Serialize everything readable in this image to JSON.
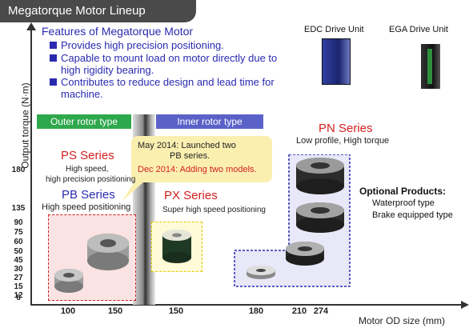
{
  "title": "Megatorque Motor Lineup",
  "features": {
    "heading": "Features of Megatorque Motor",
    "items": [
      [
        "Provides high precision positioning."
      ],
      [
        "Capable to mount load on motor directly due to",
        "high rigidity bearing."
      ],
      [
        "Contributes to reduce design and lead time for",
        "machine."
      ]
    ]
  },
  "drive_units": {
    "edc": "EDC Drive Unit",
    "ega": "EGA Drive Unit"
  },
  "axes": {
    "y_label": "Output torque (N·m)",
    "x_label": "Motor OD size (mm)",
    "y_ticks": [
      "180",
      "135",
      "90",
      "75",
      "60",
      "50",
      "45",
      "30",
      "27",
      "15",
      "12",
      "6"
    ],
    "x_ticks": [
      "100",
      "150",
      "150",
      "180",
      "210",
      "274"
    ]
  },
  "bands": {
    "outer": "Outer rotor type",
    "inner": "Inner rotor type"
  },
  "callout": {
    "line1": "May 2014: Launched two",
    "line2": "PB series.",
    "line3": "Dec 2014: Adding two models."
  },
  "series": {
    "ps": {
      "name": "PS Series",
      "desc1": "High speed,",
      "desc2": "high precision positioning"
    },
    "pb": {
      "name": "PB Series",
      "desc": "High speed positioning"
    },
    "px": {
      "name": "PX Series",
      "desc": "Super high speed positioning"
    },
    "pn": {
      "name": "PN Series",
      "desc": "Low profile, High torque"
    }
  },
  "optional": {
    "title": "Optional Products:",
    "items": [
      "Waterproof type",
      "Brake equipped type"
    ]
  },
  "colors": {
    "accent_blue": "#2a2ab0",
    "series_red": "#d32020",
    "outer_band": "#2ea84c",
    "inner_band": "#5a62c8",
    "callout_bg": "#fbefb0",
    "title_bar": "#4a4a4a"
  }
}
